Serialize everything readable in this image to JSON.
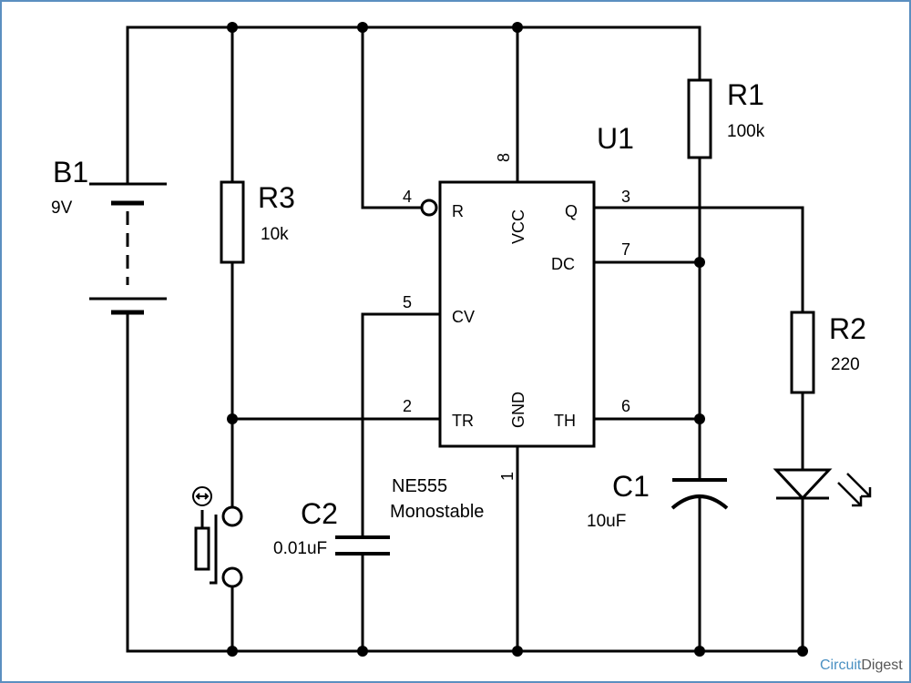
{
  "colors": {
    "wire": "#000000",
    "background": "#ffffff",
    "brand_accent": "#4a90c2"
  },
  "components": {
    "battery": {
      "ref": "B1",
      "value": "9V"
    },
    "r3": {
      "ref": "R3",
      "value": "10k"
    },
    "r1": {
      "ref": "R1",
      "value": "100k"
    },
    "r2": {
      "ref": "R2",
      "value": "220"
    },
    "c2": {
      "ref": "C2",
      "value": "0.01uF"
    },
    "c1": {
      "ref": "C1",
      "value": "10uF"
    },
    "ic": {
      "ref": "U1",
      "name": "NE555",
      "mode": "Monostable",
      "pins": {
        "reset": {
          "number": "4",
          "label": "R"
        },
        "vcc": {
          "number": "8",
          "label": "VCC"
        },
        "output": {
          "number": "3",
          "label": "Q"
        },
        "discharge": {
          "number": "7",
          "label": "DC"
        },
        "control": {
          "number": "5",
          "label": "CV"
        },
        "trigger": {
          "number": "2",
          "label": "TR"
        },
        "ground": {
          "number": "1",
          "label": "GND"
        },
        "threshold": {
          "number": "6",
          "label": "TH"
        }
      }
    },
    "push_button": {
      "icon": "push-button-icon"
    },
    "led": {
      "icon": "led-icon"
    }
  },
  "branding": {
    "prefix": "Circuit",
    "suffix": "Digest"
  }
}
